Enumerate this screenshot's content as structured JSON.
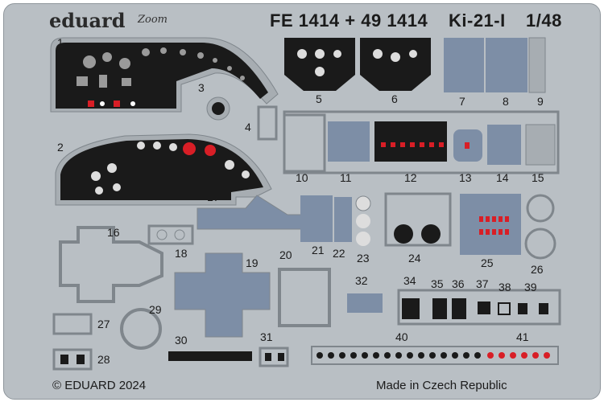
{
  "header": {
    "brand": "eduard",
    "zoom_mark": "Zoom",
    "code": "FE 1414 + 49 1414",
    "model": "Ki-21-I",
    "scale": "1/48"
  },
  "footer": {
    "copyright": "© EDUARD 2024",
    "origin": "Made in Czech Republic"
  },
  "part_numbers": [
    "1",
    "2",
    "3",
    "4",
    "5",
    "6",
    "7",
    "8",
    "9",
    "10",
    "11",
    "12",
    "13",
    "14",
    "15",
    "16",
    "17",
    "18",
    "19",
    "20",
    "21",
    "22",
    "23",
    "24",
    "25",
    "26",
    "27",
    "28",
    "29",
    "30",
    "31",
    "32",
    "34",
    "35",
    "36",
    "37",
    "38",
    "39",
    "40",
    "41"
  ],
  "colors": {
    "fret": "#b9bfc4",
    "panel_black": "#1a1a1a",
    "panel_grey": "#7d8ea6",
    "accent_red": "#d81e26"
  }
}
